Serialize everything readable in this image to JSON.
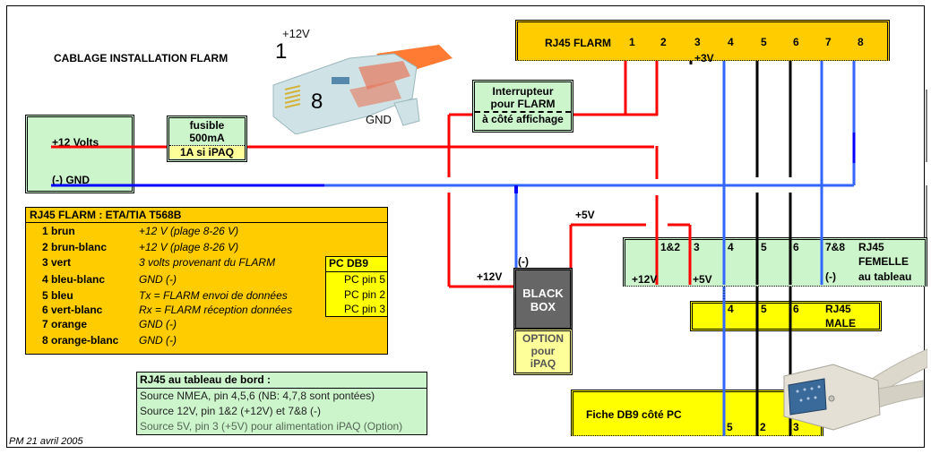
{
  "title": "CABLAGE INSTALLATION FLARM",
  "plug": {
    "label_12v": "+12V",
    "pin_first": "1",
    "pin_last": "8",
    "label_gnd": "GND"
  },
  "power_source": {
    "plus_label": "+12 Volts",
    "gnd_label": "(-) GND"
  },
  "fuse": {
    "line1": "fusible",
    "line2": "500mA",
    "alt": "1A si iPAQ"
  },
  "switch_box": {
    "line1": "Interrupteur",
    "line2": "pour FLARM",
    "line3": "à côté affichage"
  },
  "rj45_flarm": {
    "label": "RJ45 FLARM",
    "pins": [
      "1",
      "2",
      "3",
      "4",
      "5",
      "6",
      "7",
      "8"
    ],
    "pin3_note": "+3V"
  },
  "rj45_femelle": {
    "pins": [
      "1&2",
      "3",
      "4",
      "5",
      "6",
      "7&8"
    ],
    "label_line1": "RJ45",
    "label_line2": "FEMELLE",
    "label_line3": "au tableau",
    "note_12v": "+12V",
    "note_5v": "+5V",
    "note_gnd": "(-)"
  },
  "rj45_male": {
    "pins": [
      "4",
      "5",
      "6"
    ],
    "label_line1": "RJ45",
    "label_line2": "MALE"
  },
  "db9": {
    "label": "Fiche DB9 côté PC",
    "pins": [
      "5",
      "2",
      "3"
    ]
  },
  "black_box": {
    "line1": "BLACK",
    "line2": "BOX",
    "option_line1": "OPTION",
    "option_line2": "pour",
    "option_line3": "iPAQ",
    "label_12v": "+12V",
    "label_gnd": "(-)",
    "label_5v": "+5V"
  },
  "pinout_table": {
    "header": "RJ45 FLARM : ETA/TIA T568B",
    "rows": [
      {
        "pin": "1 brun",
        "desc": "+12 V (plage 8-26 V)"
      },
      {
        "pin": "2 brun-blanc",
        "desc": "+12 V (plage 8-26 V)"
      },
      {
        "pin": "3 vert",
        "desc": "3 volts provenant du FLARM"
      },
      {
        "pin": "4 bleu-blanc",
        "desc": "GND (-)"
      },
      {
        "pin": "5 bleu",
        "desc": "Tx = FLARM envoi de données"
      },
      {
        "pin": "6 vert-blanc",
        "desc": "Rx = FLARM réception données"
      },
      {
        "pin": "7 orange",
        "desc": "GND (-)"
      },
      {
        "pin": "8 orange-blanc",
        "desc": "GND (-)"
      }
    ],
    "pc_db9": {
      "header": "PC DB9",
      "rows": [
        "PC pin 5",
        "PC pin 2",
        "PC pin 3"
      ]
    }
  },
  "dashboard_table": {
    "header": "RJ45 au tableau de bord :",
    "rows": [
      "Source NMEA, pin 4,5,6  (NB: 4,7,8 sont pontées)",
      "Source 12V, pin 1&2 (+12V) et 7&8 (-)",
      "Source 5V, pin 3 (+5V) pour alimentation iPAQ (Option)"
    ]
  },
  "footer": "PM 21 avril 2005",
  "colors": {
    "red_wire": "#ff0000",
    "blue_wire": "#3366ff",
    "dark_blue_wire": "#0000ff",
    "black_wire": "#000000",
    "orange_bg": "#ffcc00",
    "green_bg": "#ccf5cc",
    "yellow_bg": "#ffff00"
  }
}
